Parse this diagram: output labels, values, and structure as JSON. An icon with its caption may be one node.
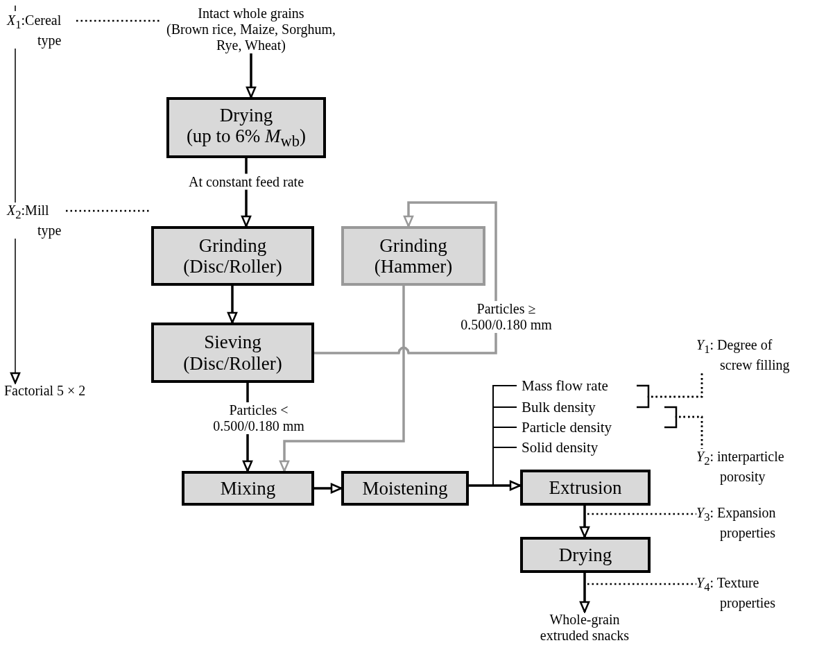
{
  "diagram": {
    "nodes": [
      {
        "text": [
          "Intact whole grains",
          "(Brown rice, Maize, Sorghum, Rye, Wheat)"
        ]
      },
      {
        "text": [
          "Drying",
          "(up to 6% *M*$_{wb}$)"
        ]
      },
      {
        "text": [
          "Grinding",
          "(Disc/Roller)"
        ]
      },
      {
        "text": [
          "Grinding",
          "(Hammer)"
        ]
      },
      {
        "text": [
          "Sieving",
          "(Disc/Roller)"
        ]
      },
      {
        "text": [
          "Mixing"
        ]
      },
      {
        "text": [
          "Moistening"
        ]
      },
      {
        "text": [
          "Extrusion"
        ]
      },
      {
        "text": [
          "Drying"
        ]
      },
      {
        "text": [
          "Whole-grain extruded snacks"
        ]
      },
      {
        "text": [
          "*X*$_{1}$:Cereal type"
        ]
      },
      {
        "text": [
          "*X*$_{2}$:Mill type"
        ]
      },
      {
        "text": [
          "Factorial 5 × 2"
        ]
      },
      {
        "text": [
          "Mass flow rate"
        ]
      },
      {
        "text": [
          "Bulk density"
        ]
      },
      {
        "text": [
          "Particle density"
        ]
      },
      {
        "text": [
          "Solid density"
        ]
      },
      {
        "text": [
          "*Y*$_{1}$: Degree of screw filling"
        ]
      },
      {
        "text": [
          "*Y*$_{2}$: interparticle porosity"
        ]
      },
      {
        "text": [
          "*Y*$_{3}$: Expansion properties"
        ]
      },
      {
        "text": [
          "*Y*$_{4}$: Texture properties"
        ]
      }
    ],
    "edges": [
      {
        "from": 0,
        "to": 1,
        "arrow": "to"
      },
      {
        "from": 1,
        "to": 2,
        "arrow": "to",
        "label": "At constant feed rate"
      },
      {
        "from": 2,
        "to": 4,
        "arrow": "to"
      },
      {
        "from": 4,
        "to": 5,
        "arrow": "to",
        "label": "Particles < 0.500/0.180 mm"
      },
      {
        "from": 4,
        "to": 3,
        "arrow": "to",
        "label": "Particles ≥ 0.500/0.180 mm",
        "color": "#999999"
      },
      {
        "from": 3,
        "to": 5,
        "arrow": "to",
        "color": "#999999"
      },
      {
        "from": 5,
        "to": 6,
        "arrow": "to"
      },
      {
        "from": 6,
        "to": 7,
        "arrow": "to"
      },
      {
        "from": 7,
        "to": 8,
        "arrow": "to"
      },
      {
        "from": 8,
        "to": 9,
        "arrow": "to"
      },
      {
        "from": 10,
        "to": 0,
        "arrow": "none",
        "style": "dashed"
      },
      {
        "from": 11,
        "to": 2,
        "arrow": "none",
        "style": "dashed"
      },
      {
        "from": 10,
        "to": 11,
        "arrow": "none"
      },
      {
        "from": 11,
        "to": 12,
        "arrow": "to"
      },
      {
        "from": null,
        "to": 13,
        "arrow": "none"
      },
      {
        "from": null,
        "to": 14,
        "arrow": "none"
      },
      {
        "from": null,
        "to": 15,
        "arrow": "none"
      },
      {
        "from": null,
        "to": 16,
        "arrow": "none"
      },
      {
        "from": 13,
        "to": 17,
        "arrow": "none",
        "style": "dashed"
      },
      {
        "from": 14,
        "to": 17,
        "arrow": "none",
        "style": "dashed"
      },
      {
        "from": 14,
        "to": 18,
        "arrow": "none",
        "style": "dashed"
      },
      {
        "from": 15,
        "to": 18,
        "arrow": "none",
        "style": "dashed"
      },
      {
        "from": 7,
        "to": 19,
        "arrow": "none",
        "style": "dashed"
      },
      {
        "from": 8,
        "to": 20,
        "arrow": "none",
        "style": "dashed"
      }
    ]
  }
}
